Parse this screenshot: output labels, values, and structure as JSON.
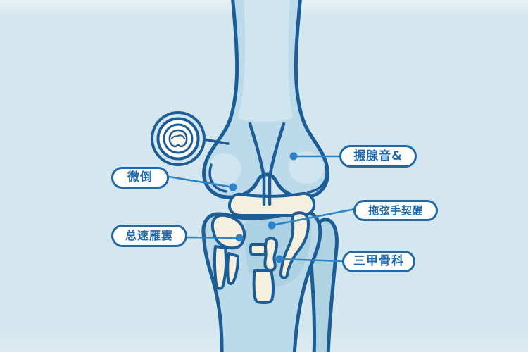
{
  "scene": {
    "name": "knee-joint-medical-illustration"
  },
  "colors": {
    "background": "#d4e6ee",
    "background_top": "#e7f1f5",
    "outline": "#1d5d96",
    "bone_fill": "#bcdae9",
    "bone_fill_dark": "#b0d3e4",
    "bone_shadow": "#a9cfe2",
    "bone_highlight": "#cfe6f0",
    "cream": "#f4efdf",
    "cream_bright": "#fcfaf1",
    "leader": "#2e83c6",
    "pill_bg": "#fdfefd",
    "pill_border": "#2368a6",
    "pill_text": "#2368a6"
  },
  "badge": {
    "icon": "bone-cross-section-badge-icon"
  },
  "labels": {
    "top_right": {
      "text": "搌腺音&"
    },
    "mid_left": {
      "text": "微倒"
    },
    "mid_right": {
      "text": "拖弦手契醒"
    },
    "bottom_left": {
      "text": "总速雁寠"
    },
    "bottom_right": {
      "text": "三甲骨科"
    }
  }
}
